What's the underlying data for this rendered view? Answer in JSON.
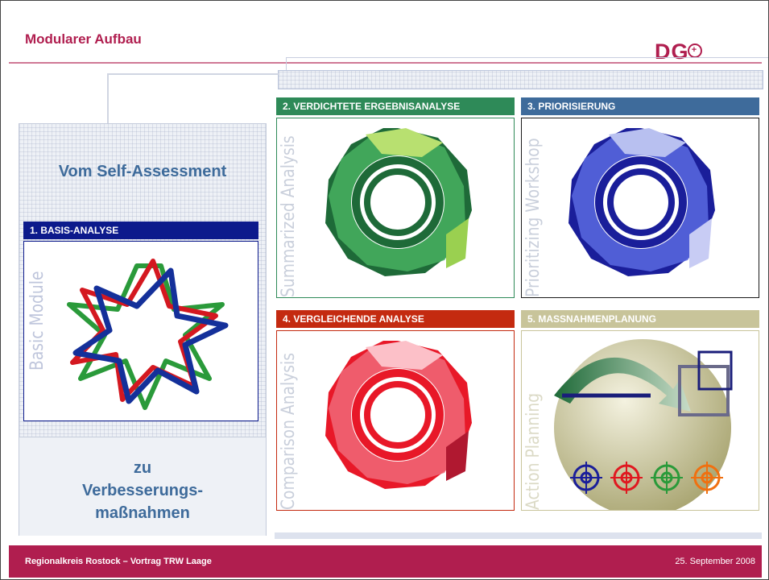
{
  "slide": {
    "title": "Modularer Aufbau",
    "logo": {
      "letters": "DG",
      "mark": "+"
    }
  },
  "left": {
    "top_text": "Vom Self-Assessment",
    "bottom_lines": [
      "zu",
      "Verbesserungs-",
      "maßnahmen"
    ]
  },
  "panels": {
    "basis": {
      "header": "1. BASIS-ANALYSE",
      "side_label": "Basic Module",
      "color": "#0c1a8c"
    },
    "verdichtete": {
      "header": "2. VERDICHTETE ERGEBNISANALYSE",
      "side_label": "Summarized Analysis",
      "color": "#2e8a58"
    },
    "priorisierung": {
      "header": "3. PRIORISIERUNG",
      "side_label": "Prioritizing Workshop",
      "color": "#3e6b9b"
    },
    "vergleichende": {
      "header": "4. VERGLEICHENDE ANALYSE",
      "side_label": "Comparison Analysis",
      "color": "#c42a10"
    },
    "massnahmen": {
      "header": "5. MASSNAHMENPLANUNG",
      "side_label": "Action Planning",
      "color": "#c8c49a"
    }
  },
  "footer": {
    "left": "Regionalkreis Rostock – Vortrag TRW Laage",
    "right": "25. September  2008"
  }
}
